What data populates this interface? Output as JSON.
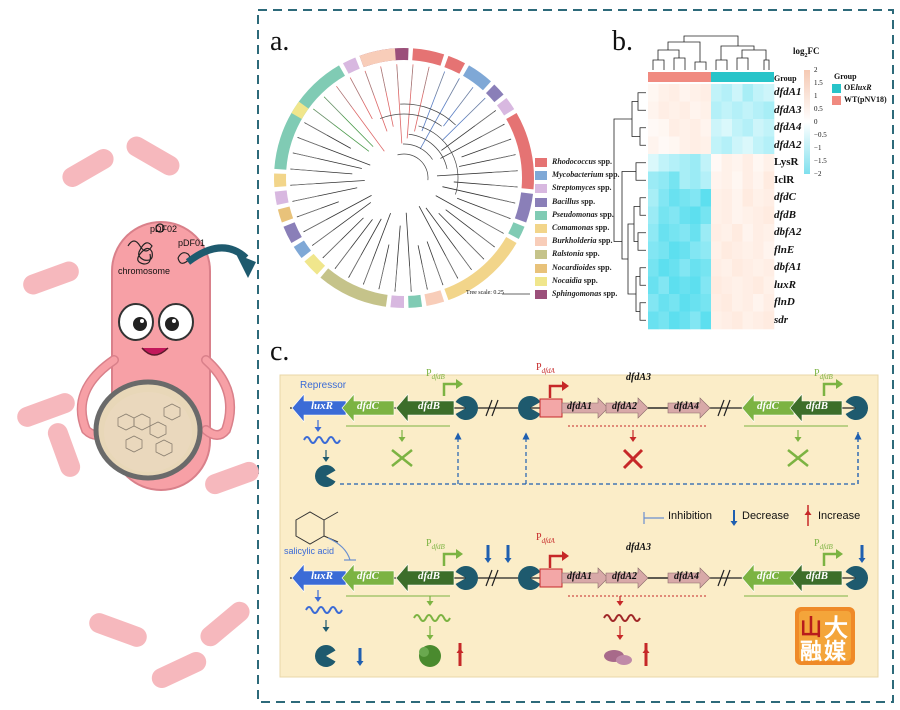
{
  "cell": {
    "plasmid1": "pDF02",
    "plasmid2": "pDF01",
    "chromosome": "chromosome"
  },
  "panel_a": {
    "letter": "a.",
    "legend": [
      {
        "name": "Rhodococcus",
        "suffix": " spp.",
        "color": "#e57373"
      },
      {
        "name": "Mycobacterium",
        "suffix": " spp.",
        "color": "#7fa8d6"
      },
      {
        "name": "Streptomyces",
        "suffix": " spp.",
        "color": "#d8b8e0"
      },
      {
        "name": "Bacillus",
        "suffix": " spp.",
        "color": "#8a7fb8"
      },
      {
        "name": "Pseudomonas",
        "suffix": " spp.",
        "color": "#80cbb4"
      },
      {
        "name": "Comamonas",
        "suffix": " spp.",
        "color": "#f2d58a"
      },
      {
        "name": "Burkholderia",
        "suffix": " spp.",
        "color": "#f8cdb9"
      },
      {
        "name": "Ralstonia",
        "suffix": " spp.",
        "color": "#c5c38a"
      },
      {
        "name": "Nocardioides",
        "suffix": " spp.",
        "color": "#e8c27a"
      },
      {
        "name": "Nocaidia",
        "suffix": " spp.",
        "color": "#f0e68c"
      },
      {
        "name": "Sphingomonas",
        "suffix": " spp.",
        "color": "#9b4f7a"
      }
    ],
    "scale": "Tree scale: 0.25"
  },
  "panel_b": {
    "letter": "b.",
    "log_title": "log",
    "log_sub": "2",
    "log_tail": "FC",
    "colorbar_ticks": [
      "2",
      "1.5",
      "1",
      "0.5",
      "0",
      "−0.5",
      "−1",
      "−1.5",
      "−2"
    ],
    "group_label": "Group",
    "group_title": "Group",
    "group_legend": [
      {
        "prefix": "OE",
        "name": "luxR",
        "color": "#27c4c9"
      },
      {
        "prefix": "WT(pNV18)",
        "name": "",
        "color": "#f08a80"
      }
    ],
    "rows": [
      {
        "label": "dfdA1",
        "italic": true
      },
      {
        "label": "dfdA3",
        "italic": true
      },
      {
        "label": "dfdA4",
        "italic": true
      },
      {
        "label": "dfdA2",
        "italic": true
      },
      {
        "label": "LysR",
        "italic": false
      },
      {
        "label": "IclR",
        "italic": false
      },
      {
        "label": "dfdC",
        "italic": true
      },
      {
        "label": "dfdB",
        "italic": true
      },
      {
        "label": "dbfA2",
        "italic": true
      },
      {
        "label": "flnE",
        "italic": true
      },
      {
        "label": "dbfA1",
        "italic": true
      },
      {
        "label": "luxR",
        "italic": true
      },
      {
        "label": "flnD",
        "italic": true
      },
      {
        "label": "sdr",
        "italic": true
      }
    ],
    "matrix": [
      [
        0.3,
        0.5,
        0.6,
        0.4,
        0.5,
        0.6,
        -0.5,
        -0.6,
        -0.4,
        -0.7,
        -0.5,
        -0.4
      ],
      [
        0.4,
        0.6,
        0.5,
        0.6,
        0.4,
        0.5,
        -0.6,
        -0.5,
        -0.6,
        -0.5,
        -0.6,
        -0.7
      ],
      [
        0.2,
        0.3,
        0.6,
        0.5,
        0.6,
        0.4,
        -0.4,
        -0.3,
        -0.5,
        -0.6,
        -0.4,
        -0.5
      ],
      [
        0.4,
        0.2,
        0.3,
        0.5,
        0.6,
        0.5,
        -0.5,
        -0.6,
        -0.4,
        -0.3,
        -0.5,
        -0.6
      ],
      [
        -0.3,
        -0.5,
        -0.6,
        -0.7,
        -0.8,
        -0.5,
        0.2,
        0.5,
        0.4,
        0.6,
        0.3,
        0.5
      ],
      [
        -0.8,
        -0.9,
        -1.1,
        -0.7,
        -0.8,
        -0.6,
        0.4,
        0.5,
        0.3,
        0.6,
        0.4,
        0.7
      ],
      [
        -0.7,
        -1.0,
        -1.2,
        -1.1,
        -1.0,
        -1.3,
        0.5,
        0.6,
        0.4,
        0.7,
        0.5,
        0.6
      ],
      [
        -0.8,
        -1.1,
        -1.0,
        -1.2,
        -1.3,
        -1.1,
        0.5,
        0.6,
        0.4,
        0.5,
        0.6,
        0.7
      ],
      [
        -0.9,
        -1.2,
        -1.1,
        -1.0,
        -1.2,
        -0.8,
        0.6,
        0.5,
        0.7,
        0.4,
        0.6,
        0.5
      ],
      [
        -1.0,
        -1.1,
        -1.3,
        -1.2,
        -1.0,
        -0.9,
        0.5,
        0.7,
        0.6,
        0.5,
        0.6,
        0.4
      ],
      [
        -1.1,
        -1.3,
        -1.2,
        -1.0,
        -1.2,
        -1.1,
        0.6,
        0.5,
        0.7,
        0.6,
        0.5,
        0.6
      ],
      [
        -1.2,
        -1.0,
        -1.3,
        -1.2,
        -1.3,
        -1.0,
        0.7,
        0.6,
        0.5,
        0.6,
        0.7,
        0.5
      ],
      [
        -1.0,
        -1.2,
        -1.1,
        -1.3,
        -1.2,
        -1.1,
        0.6,
        0.7,
        0.5,
        0.6,
        0.4,
        0.6
      ],
      [
        -1.2,
        -1.1,
        -1.3,
        -1.2,
        -1.0,
        -1.3,
        0.5,
        0.6,
        0.7,
        0.5,
        0.6,
        0.7
      ]
    ]
  },
  "panel_c": {
    "letter": "c.",
    "repressor": "Repressor",
    "luxR": "luxR",
    "dfdC": "dfdC",
    "dfdB": "dfdB",
    "dfdA1": "dfdA1",
    "dfdA2": "dfdA2",
    "dfdA4": "dfdA4",
    "dfdA3": "dfdA3",
    "P": "P",
    "p_dfdB_sub": "dfdB",
    "p_dfdA_sub": "dfdA",
    "salicylic": "salicylic acid",
    "legend_inhibition": "Inhibition",
    "legend_decrease": "Decrease",
    "legend_increase": "Increase"
  },
  "watermark": {
    "chars": [
      "山",
      "大",
      "融",
      "媒"
    ]
  }
}
